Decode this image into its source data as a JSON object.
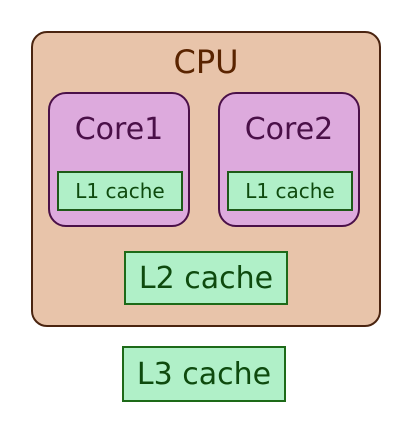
{
  "cpu": {
    "label": "CPU",
    "cores": [
      {
        "label": "Core1",
        "l1_label": "L1 cache"
      },
      {
        "label": "Core2",
        "l1_label": "L1 cache"
      }
    ],
    "l2_label": "L2 cache"
  },
  "l3_label": "L3 cache",
  "colors": {
    "cpu_fill": "#e8c4aa",
    "cpu_border": "#4a2410",
    "core_fill": "#ddaadd",
    "core_border": "#4a1048",
    "cache_fill": "#b0f0c8",
    "cache_border": "#1d6a18"
  }
}
